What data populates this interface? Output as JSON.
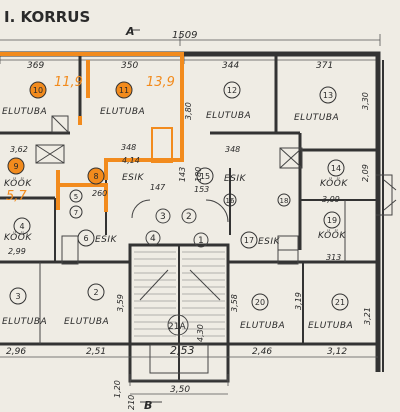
{
  "title": "I. KORRUS",
  "section_labels": {
    "a": "A",
    "b": "B"
  },
  "colors": {
    "paper": "#efece4",
    "ink": "#2a2a2a",
    "highlight": "#f28b1d"
  },
  "dimensions": {
    "top_total": "1509",
    "top_segments": [
      "369",
      "350",
      "344",
      "371"
    ],
    "bottom_segments": [
      "2,96",
      "2,51",
      "2,53",
      "2,46",
      "3,12"
    ],
    "bottom_center": "3,50",
    "room_sizes": {
      "r10": "11,9",
      "r11": "13,9",
      "r5": "5,7"
    },
    "interior": {
      "d362": "3,62",
      "d348_left": "348",
      "d414": "4,14",
      "d348_right": "348",
      "d380": "3,80",
      "d147": "147",
      "d143": "143",
      "d153": "153",
      "d180": "180",
      "d260": "260",
      "d299": "2,99",
      "d309": "3,09",
      "d313": "313",
      "d359": "3,59",
      "d358": "3,58",
      "d430": "4,30",
      "d319": "3,19",
      "d321": "3,21",
      "d330": "3,30",
      "d209": "2,09",
      "d115": "1,15",
      "d210": "210",
      "d120": "1,20"
    }
  },
  "rooms": [
    {
      "num": "10",
      "label": "ELUTUBA"
    },
    {
      "num": "11",
      "label": "ELUTUBA"
    },
    {
      "num": "12",
      "label": "ELUTUBA"
    },
    {
      "num": "13",
      "label": "ELUTUBA"
    },
    {
      "num": "9",
      "label": "KÖÖK"
    },
    {
      "num": "8",
      "label": "ESIK"
    },
    {
      "num": "15",
      "label": "ESIK"
    },
    {
      "num": "14",
      "label": "KÖÖK"
    },
    {
      "num": "4",
      "label": "KÖÖK"
    },
    {
      "num": "6",
      "label": "ESIK"
    },
    {
      "num": "17",
      "label": "ESIK"
    },
    {
      "num": "19",
      "label": "KÖÖK"
    },
    {
      "num": "3",
      "label": "ELUTUBA"
    },
    {
      "num": "2",
      "label": "ELUTUBA"
    },
    {
      "num": "20",
      "label": "ELUTUBA"
    },
    {
      "num": "21",
      "label": "ELUTUBA"
    }
  ],
  "small_rooms": [
    "5",
    "7",
    "16",
    "18"
  ],
  "stair_marks": [
    "1",
    "2",
    "3",
    "4",
    "21A"
  ]
}
